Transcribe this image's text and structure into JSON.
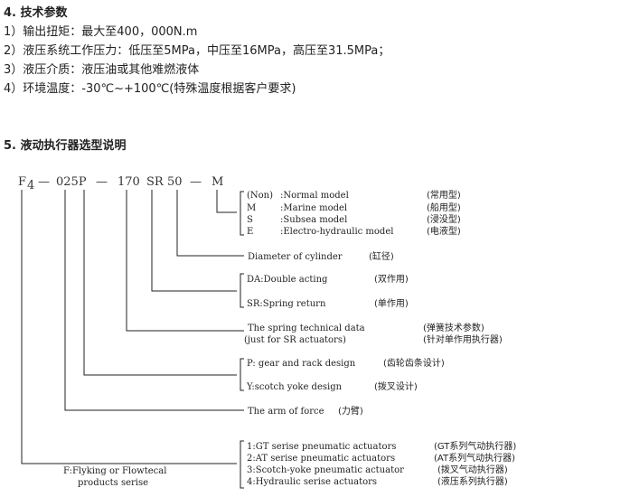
{
  "section4": {
    "heading": "4. 技术参数",
    "items": [
      "1）输出扭矩：最大至400，000N.m",
      "2）液压系统工作压力：低压至5MPa，中压至16MPa，高压至31.5MPa；",
      "3）液压介质：液压油或其他难燃液体",
      "4）环境温度：-30℃~+100℃(特殊温度根据客户要求)"
    ]
  },
  "section5": {
    "heading": "5. 液动执行器选型说明"
  },
  "diagram": {
    "code": {
      "f": "F",
      "sub4": "4",
      "d1": "—",
      "p025": "025P",
      "d2": "—",
      "n170": "170",
      "sr": "SR",
      "n50": "50",
      "d3": "—",
      "m": "M"
    },
    "model": [
      {
        "key": "(Non)",
        "desc": ":Normal model",
        "cn": "(常用型)"
      },
      {
        "key": "M",
        "desc": ":Marine model",
        "cn": "(船用型)"
      },
      {
        "key": "S",
        "desc": ":Subsea model",
        "cn": "(浸没型)"
      },
      {
        "key": "E",
        "desc": ":Electro-hydraulic model",
        "cn": "(电液型)"
      }
    ],
    "cylinder": {
      "en": "Diameter of cylinder",
      "cn": "(缸径)"
    },
    "acting": [
      {
        "en": "DA:Double acting",
        "cn": "(双作用)"
      },
      {
        "en": "SR:Spring return",
        "cn": "(单作用)"
      }
    ],
    "spring": {
      "en1": "The spring technical data",
      "en2": "(just for SR actuators)",
      "cn1": "(弹簧技术参数)",
      "cn2": "(针对单作用执行器)"
    },
    "gear": [
      {
        "en": "P: gear and rack design",
        "cn": "(齿轮齿条设计)"
      },
      {
        "en": "Y:scotch yoke design",
        "cn": "(拨叉设计)"
      }
    ],
    "arm": {
      "en": "The arm of force",
      "cn": "(力臂)"
    },
    "family": {
      "l1": "F:Flyking or Flowtecal",
      "l2": "products serise"
    },
    "series": [
      {
        "en": "1:GT serise pneumatic actuators",
        "cn": "(GT系列气动执行器)"
      },
      {
        "en": "2:AT serise pneumatic actuators",
        "cn": "(AT系列气动执行器)"
      },
      {
        "en": "3:Scotch-yoke pneumatic actuator",
        "cn": "(拨叉气动执行器)"
      },
      {
        "en": "4:Hydraulic serise actuators",
        "cn": "(液压系列执行器)"
      }
    ]
  }
}
